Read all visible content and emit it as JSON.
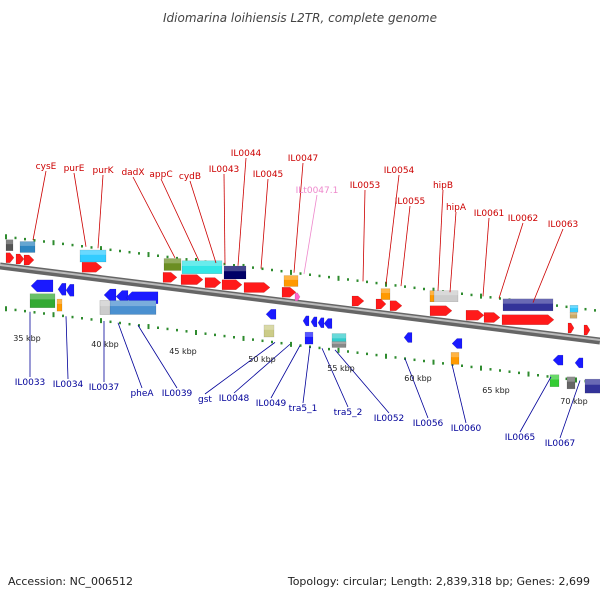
{
  "title": "Idiomarina loihiensis L2TR, complete genome",
  "footer": {
    "accession": "Accession: NC_006512",
    "topology": "Topology: circular; Length: 2,839,318 bp; Genes: 2,699"
  },
  "colors": {
    "backbone": "#888888",
    "forward_label": "#cc0000",
    "reverse_label": "#000099",
    "rna_label": "#ee88cc",
    "dots": "#2e8b2e"
  },
  "kbp_ticks": [
    "35 kbp",
    "40 kbp",
    "45 kbp",
    "50 kbp",
    "55 kbp",
    "60 kbp",
    "65 kbp",
    "70 kbp"
  ],
  "forward_labels": [
    "cysE",
    "purE",
    "purK",
    "dadX",
    "appC",
    "cydB",
    "IL0043",
    "IL0044",
    "IL0045",
    "IL0047",
    "ILt0047.1",
    "IL0053",
    "IL0054",
    "IL0055",
    "hipB",
    "hipA",
    "IL0061",
    "IL0062",
    "IL0063"
  ],
  "reverse_labels": [
    "IL0033",
    "IL0034",
    "IL0037",
    "pheA",
    "IL0039",
    "gst",
    "IL0048",
    "IL0049",
    "tra5_1",
    "tra5_2",
    "IL0052",
    "IL0056",
    "IL0060",
    "IL0065",
    "IL0067"
  ]
}
